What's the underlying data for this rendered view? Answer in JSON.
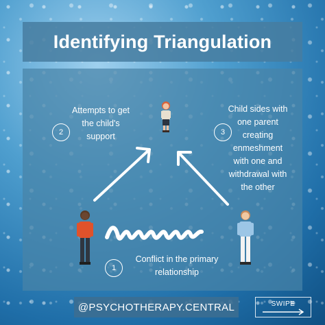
{
  "title": "Identifying Triangulation",
  "steps": [
    {
      "number": "1",
      "text": "Conflict in the primary relationship"
    },
    {
      "number": "2",
      "text": "Attempts to get the child's support"
    },
    {
      "number": "3",
      "text": "Child sides with one parent creating enmeshment with one and withdrawal with the other"
    }
  ],
  "step2_lines": [
    "Attempts to get",
    "the child's",
    "support"
  ],
  "step3_lines": [
    "Child sides with",
    "one parent",
    "creating",
    "enmeshment",
    "with one and",
    "withdrawal with",
    "the other"
  ],
  "step1_lines": [
    "Conflict in the primary",
    "relationship"
  ],
  "footer": {
    "handle": "@PSYCHOTHERAPY.CENTRAL",
    "swipe_label": "SWIPE"
  },
  "colors": {
    "panel": "#4884a8",
    "text": "#ffffff",
    "shirt_left": "#e0522b",
    "shirt_right": "#9cc6e6"
  },
  "icons": [
    "child-figure-icon",
    "left-parent-figure-icon",
    "right-parent-figure-icon",
    "conflict-wave-icon",
    "arrow-right-icon"
  ]
}
